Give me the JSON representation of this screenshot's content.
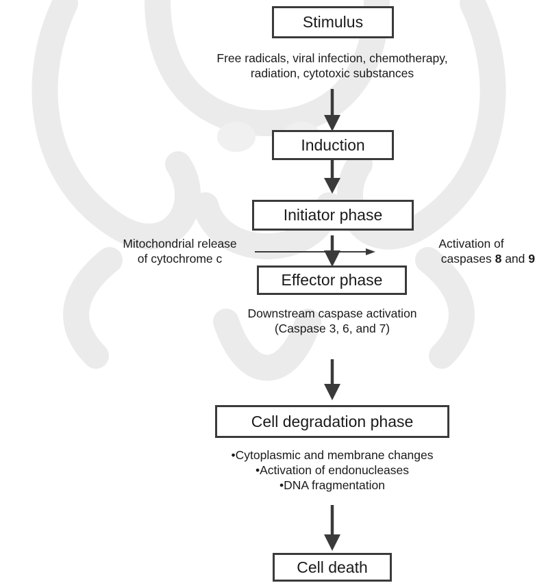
{
  "nodes": {
    "stimulus": "Stimulus",
    "induction": "Induction",
    "initiator": "Initiator phase",
    "effector": "Effector phase",
    "degradation": "Cell degradation phase",
    "death": "Cell death"
  },
  "annotations": {
    "stimulus_causes": [
      "Free radicals, viral infection, chemotherapy,",
      "radiation, cytotoxic substances"
    ],
    "mito_release": [
      "Mitochondrial release",
      "of cytochrome c"
    ],
    "caspase_activation": {
      "line1": "Activation of",
      "line2_pre": "caspases ",
      "line2_n1": "8",
      "line2_mid": " and ",
      "line2_n2": "9"
    },
    "downstream": [
      "Downstream caspase activation",
      "(Caspase 3, 6, and 7)"
    ],
    "degradation_events": [
      "•Cytoplasmic and membrane changes",
      "•Activation of endonucleases",
      "•DNA fragmentation"
    ]
  },
  "colors": {
    "box_border": "#3a3a3a",
    "arrow": "#3a3a3a",
    "watermark": "#e8e8e8"
  }
}
